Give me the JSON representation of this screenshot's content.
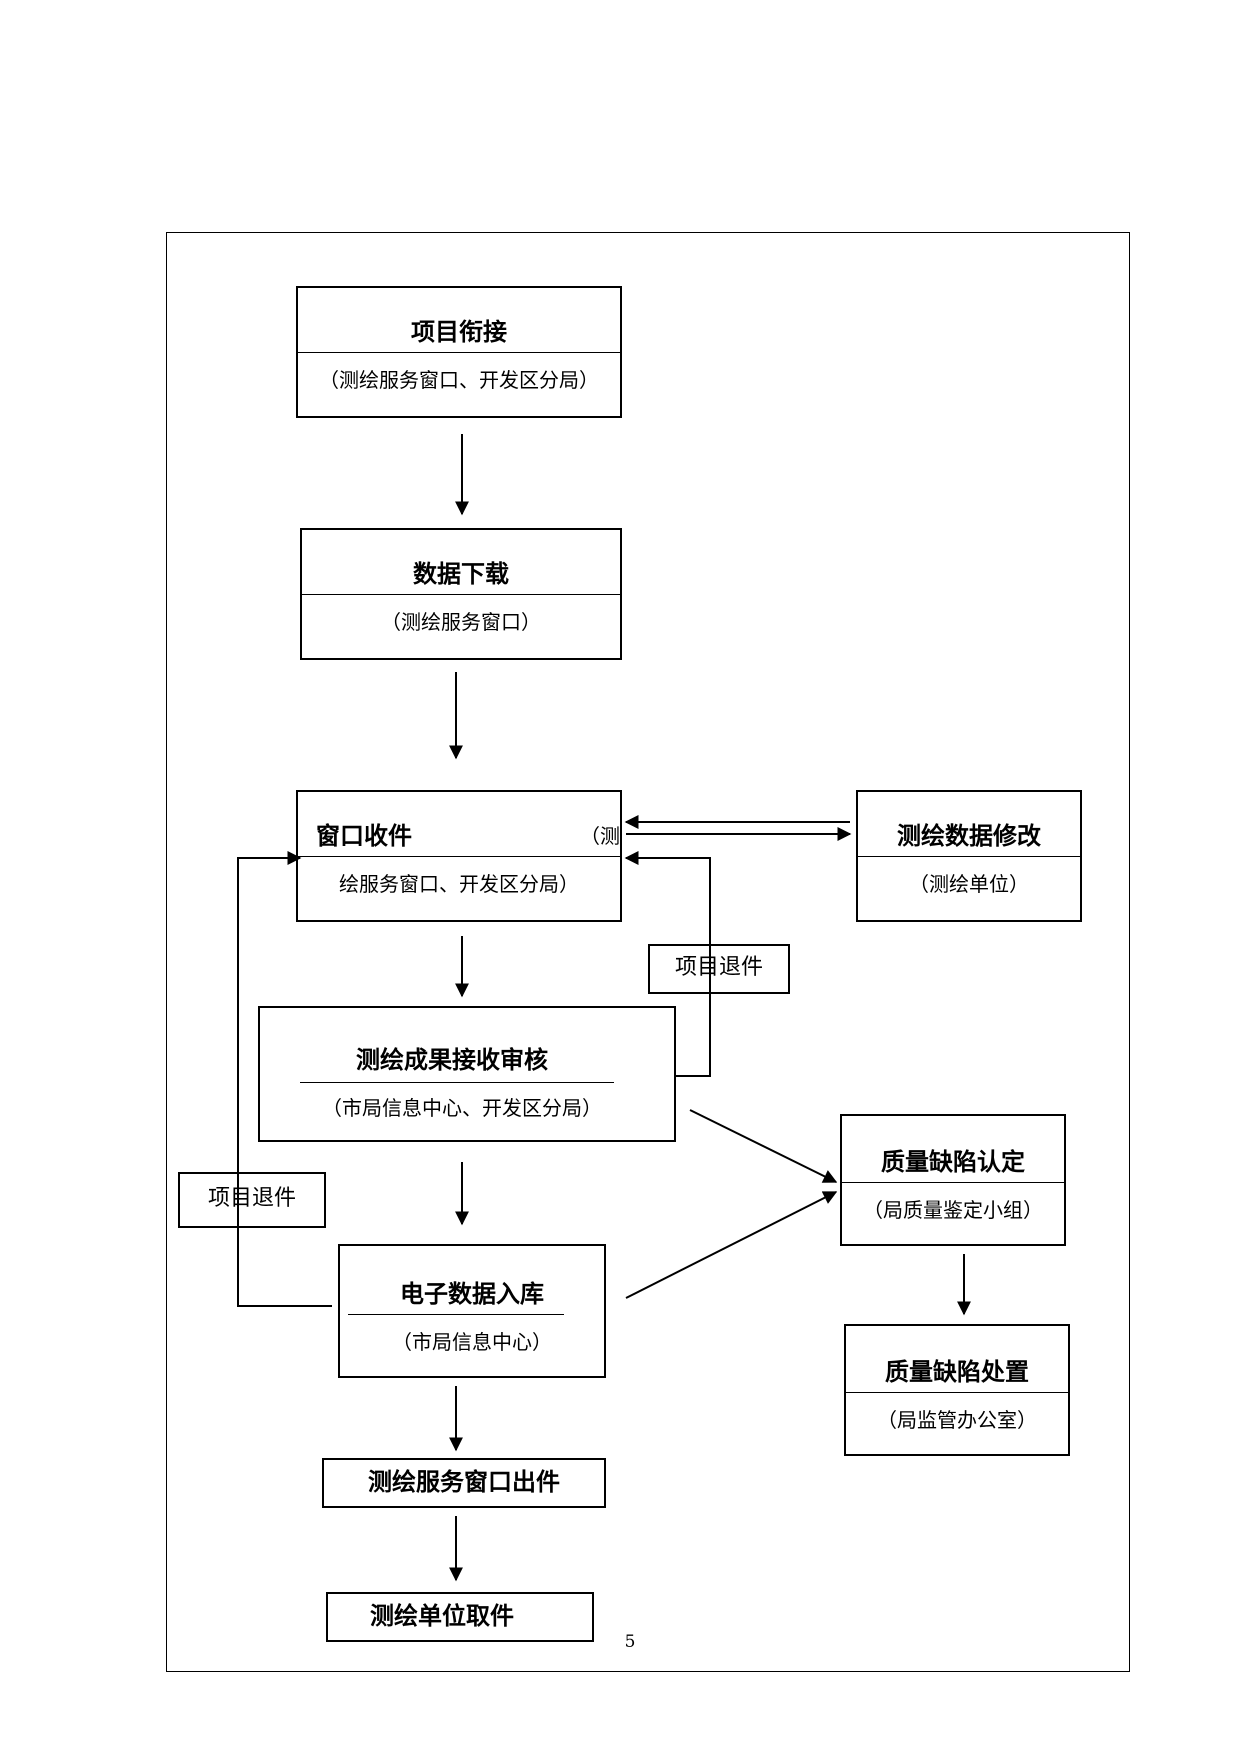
{
  "nodes": {
    "project_link": {
      "title": "项目衔接",
      "sub": "（测绘服务窗口、开发区分局）"
    },
    "data_download": {
      "title": "数据下载",
      "sub": "（测绘服务窗口）"
    },
    "window_receive": {
      "title": "窗口收件",
      "sub_prefix": "（测",
      "sub": "绘服务窗口、开发区分局）"
    },
    "data_modify": {
      "title": "测绘数据修改",
      "sub": "（测绘单位）"
    },
    "result_review": {
      "title": "测绘成果接收审核",
      "sub": "（市局信息中心、开发区分局）"
    },
    "defect_confirm": {
      "title": "质量缺陷认定",
      "sub": "（局质量鉴定小组）"
    },
    "data_storage": {
      "title": "电子数据入库",
      "sub": "（市局信息中心）"
    },
    "defect_handle": {
      "title": "质量缺陷处置",
      "sub": "（局监管办公室）"
    },
    "window_issue": {
      "title": "测绘服务窗口出件"
    },
    "unit_pickup": {
      "title": "测绘单位取件"
    }
  },
  "labels": {
    "return_right": "项目退件",
    "return_left": "项目退件"
  },
  "page_number": "5"
}
